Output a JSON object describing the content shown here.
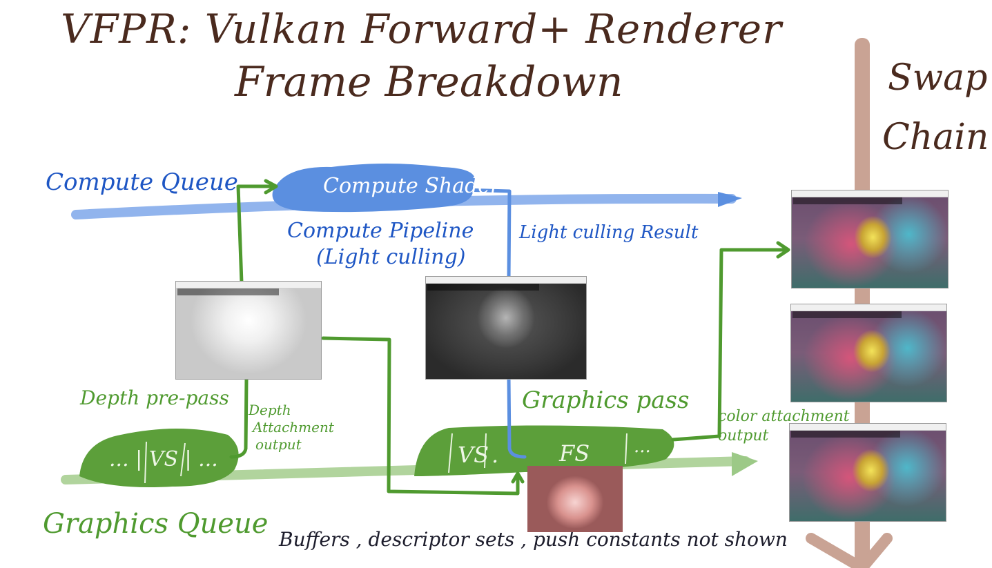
{
  "title": {
    "line1": "VFPR: Vulkan Forward+ Renderer",
    "line2": "Frame Breakdown"
  },
  "swap_chain": {
    "label_line1": "Swap",
    "label_line2": "Chain"
  },
  "compute": {
    "queue_label": "Compute Queue",
    "shader_label": "Compute Shader",
    "pipeline_label_line1": "Compute Pipeline",
    "pipeline_label_line2": "(Light culling)",
    "result_label": "Light culling Result"
  },
  "graphics": {
    "queue_label": "Graphics Queue",
    "depth_prepass_label": "Depth pre-pass",
    "depth_prepass_stages": "... | VS | ...",
    "depth_output_line1": "Depth",
    "depth_output_line2": "Attachment",
    "depth_output_line3": "output",
    "pass_label": "Graphics pass",
    "pass_vs": "VS",
    "pass_dots_mid": ".",
    "pass_fs": "FS",
    "pass_dots_end": "...",
    "color_output_line1": "color attachment",
    "color_output_line2": "output"
  },
  "footnote": "Buffers , descriptor sets , push constants not shown",
  "colors": {
    "title": "#4a2a1e",
    "compute_blue": "#1e56c4",
    "compute_band": "#5b8fe0",
    "graphics_green": "#4f9a2f",
    "graphics_band": "#7fba5c",
    "swapchain_pole": "#c9a394"
  }
}
